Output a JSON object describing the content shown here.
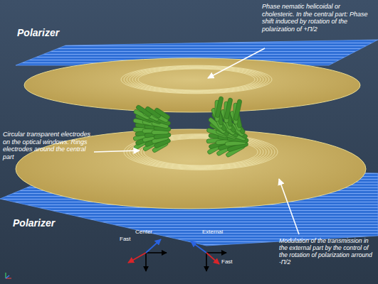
{
  "diagram": {
    "labels": [
      "Polarizer",
      "Phase nematic helicoidal or cholesteric. In the central part: Phase shift induced by rotation of the polarization of +Π/2",
      "Circular transparent electrodes on the optical windows. Rings electrodes around the central part",
      "Polarizer",
      "Modulation of the transmission in the external part by the control of the rotation of polarization arround -Π/2",
      "Center",
      "External",
      "Fast",
      "Fast"
    ]
  }
}
